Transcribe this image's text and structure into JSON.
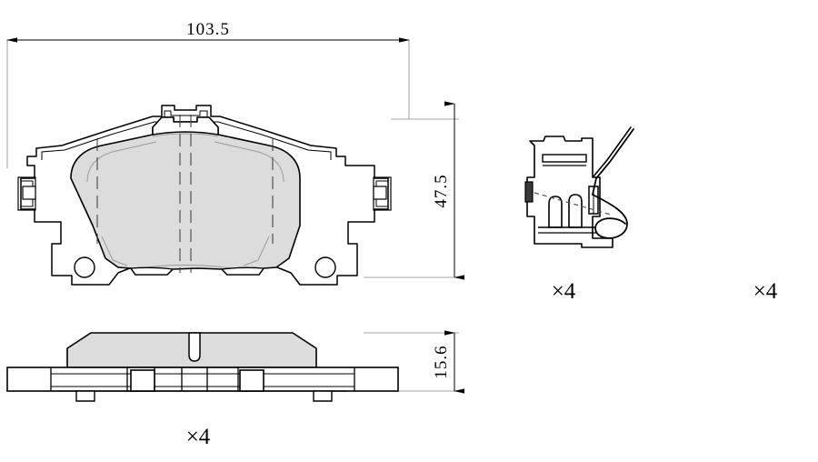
{
  "drawing": {
    "title": "Brake Pad Set Technical Drawing",
    "units": "mm",
    "line_color": "#000000",
    "friction_fill": "#dcdcdc",
    "plate_fill": "#ffffff",
    "background": "#ffffff"
  },
  "dimensions": {
    "width": {
      "label": "103.5",
      "orientation": "horizontal",
      "view": "front"
    },
    "height": {
      "label": "47.5",
      "orientation": "vertical",
      "view": "front"
    },
    "thickness": {
      "label": "15.6",
      "orientation": "vertical",
      "view": "side"
    }
  },
  "views": [
    {
      "name": "brake-pad-front-view",
      "type": "front",
      "quantity_label": "",
      "features": [
        "backing-plate",
        "friction-material",
        "ear-tabs",
        "center-notch",
        "two-round-holes",
        "rectangular-slots"
      ]
    },
    {
      "name": "brake-pad-side-view",
      "type": "side",
      "quantity_label": "×4",
      "features": [
        "friction-block",
        "center-groove",
        "backing-plate-edge",
        "retaining-tabs"
      ]
    },
    {
      "name": "clip-left-view",
      "type": "accessory",
      "quantity_label": "×4",
      "features": [
        "spring-clip",
        "wire-arm",
        "prongs"
      ]
    },
    {
      "name": "clip-right-view",
      "type": "accessory",
      "quantity_label": "×4",
      "features": [
        "spring-clip",
        "wire-arm",
        "prongs"
      ]
    }
  ],
  "quantities": {
    "pad_qty": "×4",
    "clip_left_qty": "×4",
    "clip_right_qty": "×4"
  }
}
